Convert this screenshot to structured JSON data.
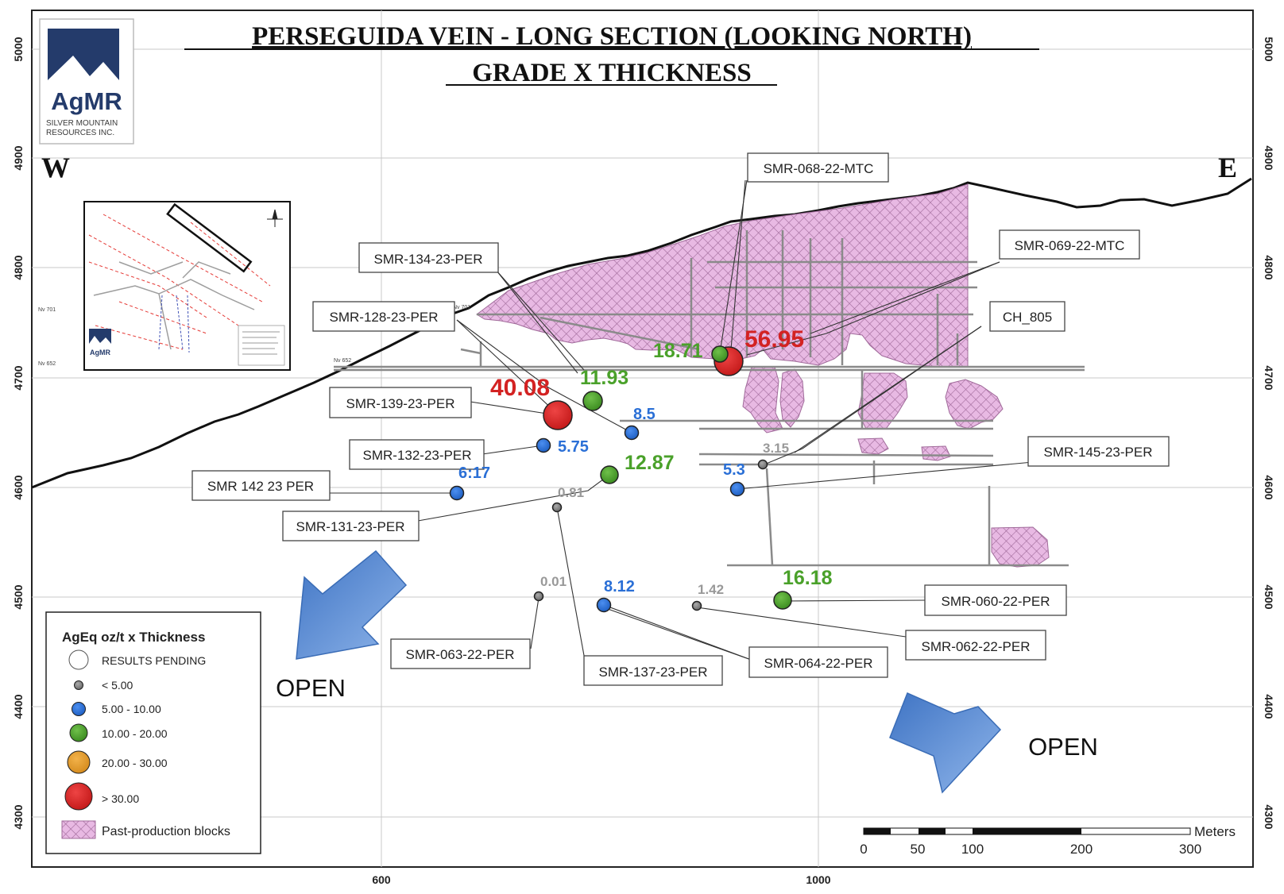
{
  "title": {
    "line1": "PERSEGUIDA VEIN - LONG SECTION (LOOKING NORTH)",
    "line2": "GRADE X THICKNESS"
  },
  "logo": {
    "brand": "AgMR",
    "company": "SILVER MOUNTAIN RESOURCES INC.",
    "company_line1": "SILVER MOUNTAIN",
    "company_line2": "RESOURCES INC."
  },
  "directions": {
    "west": "W",
    "east": "E"
  },
  "elevation_axis": {
    "ticks": [
      "5000",
      "4900",
      "4800",
      "4700",
      "4600",
      "4500",
      "4400",
      "4300"
    ]
  },
  "easting_axis": {
    "ticks": [
      "600",
      "1000"
    ]
  },
  "level_labels": {
    "nv701": "Nv 701",
    "nv652": "Nv 652"
  },
  "drill_holes": [
    {
      "id": "SMR-068-22-MTC"
    },
    {
      "id": "SMR-069-22-MTC"
    },
    {
      "id": "SMR-134-23-PER"
    },
    {
      "id": "SMR-128-23-PER"
    },
    {
      "id": "CH_805"
    },
    {
      "id": "SMR-139-23-PER"
    },
    {
      "id": "SMR-132-23-PER"
    },
    {
      "id": "SMR-145-23-PER"
    },
    {
      "id": "SMR 142 23 PER"
    },
    {
      "id": "SMR-131-23-PER"
    },
    {
      "id": "SMR-060-22-PER"
    },
    {
      "id": "SMR-062-22-PER"
    },
    {
      "id": "SMR-063-22-PER"
    },
    {
      "id": "SMR-064-22-PER"
    },
    {
      "id": "SMR-137-23-PER"
    }
  ],
  "grade_values": [
    {
      "value": "56.95",
      "class": "> 30.00",
      "color": "#d32222"
    },
    {
      "value": "18.71",
      "class": "10.00 - 20.00",
      "color": "#4aa12a"
    },
    {
      "value": "40.08",
      "class": "> 30.00",
      "color": "#d32222"
    },
    {
      "value": "11.93",
      "class": "10.00 - 20.00",
      "color": "#4aa12a"
    },
    {
      "value": "8.5",
      "class": "5.00 - 10.00",
      "color": "#2a6fd6"
    },
    {
      "value": "5.75",
      "class": "5.00 - 10.00",
      "color": "#2a6fd6"
    },
    {
      "value": "12.87",
      "class": "10.00 - 20.00",
      "color": "#4aa12a"
    },
    {
      "value": "6:17",
      "class": "5.00 - 10.00",
      "color": "#2a6fd6"
    },
    {
      "value": "0.81",
      "class": "< 5.00",
      "color": "#888888"
    },
    {
      "value": "3.15",
      "class": "< 5.00",
      "color": "#888888"
    },
    {
      "value": "5.3",
      "class": "5.00 - 10.00",
      "color": "#2a6fd6"
    },
    {
      "value": "0.01",
      "class": "< 5.00",
      "color": "#888888"
    },
    {
      "value": "8.12",
      "class": "5.00 - 10.00",
      "color": "#2a6fd6"
    },
    {
      "value": "1.42",
      "class": "< 5.00",
      "color": "#888888"
    },
    {
      "value": "16.18",
      "class": "10.00 - 20.00",
      "color": "#4aa12a"
    }
  ],
  "open_labels": {
    "left": "OPEN",
    "right": "OPEN"
  },
  "legend": {
    "title": "AgEq oz/t x Thickness",
    "items": [
      {
        "label": "RESULTS PENDING",
        "color": "#ffffff"
      },
      {
        "label": "< 5.00",
        "color": "#888888"
      },
      {
        "label": "5.00 - 10.00",
        "color": "#2a6fd6"
      },
      {
        "label": "10.00 - 20.00",
        "color": "#4aa12a"
      },
      {
        "label": "20.00 - 30.00",
        "color": "#e39a2b"
      },
      {
        "label": "> 30.00",
        "color": "#d32222"
      },
      {
        "label": "Past-production blocks",
        "color": "#e8b9e3"
      }
    ]
  },
  "scale_bar": {
    "unit": "Meters",
    "ticks": [
      "0",
      "50",
      "100",
      "200",
      "300"
    ]
  },
  "colors": {
    "past_production": "#e8b9e3",
    "hatch": "#a06a9a",
    "arrow": "#5b8fd6",
    "frame": "#222222"
  }
}
